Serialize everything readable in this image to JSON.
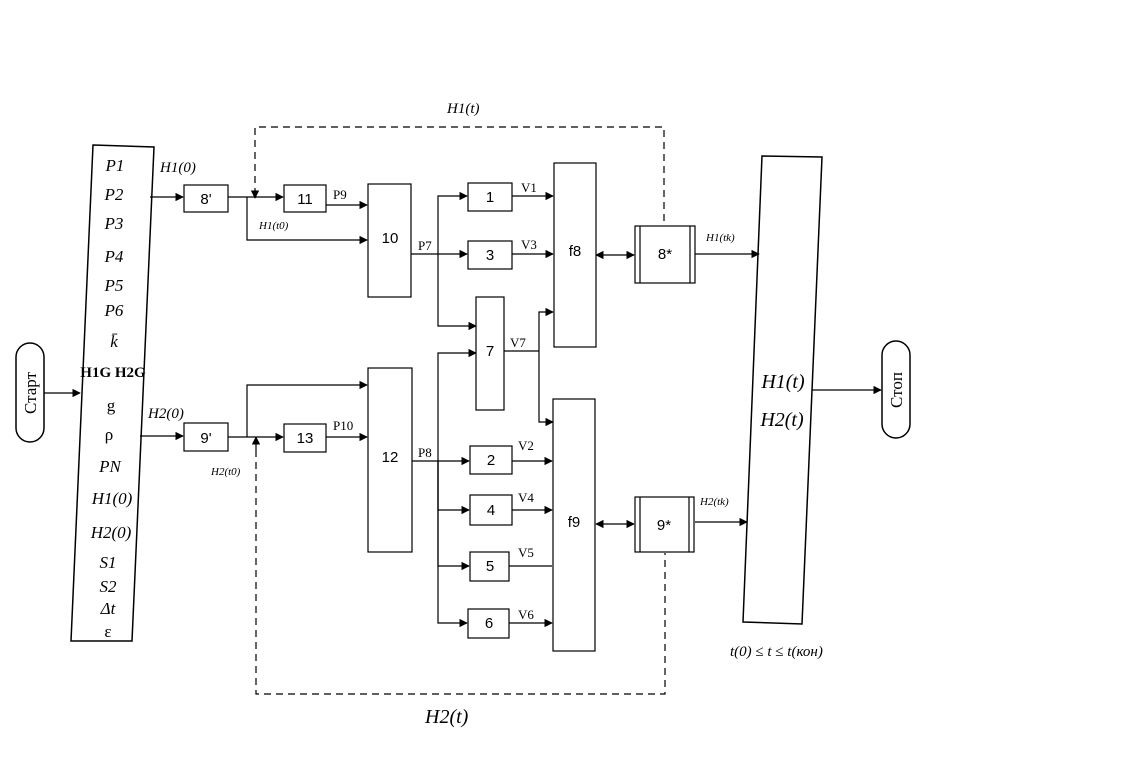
{
  "terminals": {
    "start": "Старт",
    "stop": "Стоп"
  },
  "input_params": [
    "P1",
    "P2",
    "P3",
    "P4",
    "P5",
    "P6",
    "k̄",
    "H1G H2G",
    "g",
    "ρ",
    "PN",
    "H1(0)",
    "H2(0)",
    "S1",
    "S2",
    "Δt",
    "ε"
  ],
  "blocks": {
    "b8p": "8'",
    "b9p": "9'",
    "b11": "11",
    "b13": "13",
    "b10": "10",
    "b12": "12",
    "b1": "1",
    "b3": "3",
    "b7": "7",
    "b2": "2",
    "b4": "4",
    "b5": "5",
    "b6": "6",
    "f8": "f8",
    "f9": "f9",
    "b8s": "8*",
    "b9s": "9*"
  },
  "signals": {
    "p9": "P9",
    "p10": "P10",
    "p7": "P7",
    "p8": "P8",
    "v1": "V1",
    "v3": "V3",
    "v7": "V7",
    "v2": "V2",
    "v4": "V4",
    "v5": "V5",
    "v6": "V6"
  },
  "labels": {
    "h1_init": "H1(0)",
    "h2_init": "H2(0)",
    "h1_t0": "H1(t0)",
    "h2_t0": "H2(t0)",
    "h1_tk": "H1(tk)",
    "h2_tk": "H2(tk)",
    "region_top": "H1(t)",
    "region_bottom": "H2(t)",
    "out_h1": "H1(t)",
    "out_h2": "H2(t)",
    "time_range": "t(0) ≤ t ≤ t(кон)"
  }
}
